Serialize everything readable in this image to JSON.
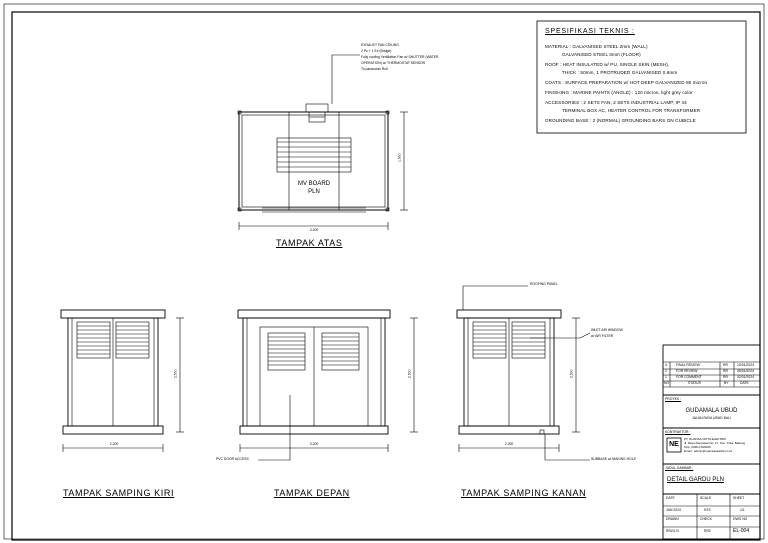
{
  "spec": {
    "title": "SPESIFIKASI TEKNIS :",
    "lines": [
      "MATERIAL : GALVANISED STEEL 2mm (WALL)",
      "GALVANISED STEEL 3mm (FLOOR)",
      "ROOF : HEAT INSULATED w/ PU, SINGLE SKIN (MESH),",
      "THICK : 50mm, 1 PROTRUDED GALVANISED 0.6mm",
      "COATS : SURFACE PREPARATION w/ HOT DEEP GALVANIZED 80 micron",
      "FINISHING : MARINE PAINTS (ANGLE) : 120 micron, light grey color",
      "ACCESSORIES : 2 SETS FAN, 2 SETS INDUSTRIAL LAMP, IP 44",
      "TERMINAL BOX AC, HEATER CONTROL FOR TRANSFORMER",
      "GROUNDING BASE : 2 (NORMAL) GROUNDING BARS ON CUBICLE"
    ]
  },
  "top_view": {
    "title": "TAMPAK ATAS",
    "board_label_1": "MV BOARD",
    "board_label_2": "PLN",
    "width_dim": "3.200",
    "depth_dim": "1.900",
    "fan_note_1": "EXHAUST FAN CEILING",
    "fan_note_2": "2 Pc + 1 Ex (Bridge)",
    "fan_note_3": "Fully cooling Ventilation Fan w/ SHUTTER (WATER",
    "fan_note_4": "OPERATION) w/ THERMOSTAT SENSOR",
    "fan_note_5": "To panasonic Roll"
  },
  "left_view": {
    "title": "TAMPAK SAMPING KIRI",
    "width_dim": "2.200",
    "height_dim": "2.500"
  },
  "front_view": {
    "title": "TAMPAK DEPAN",
    "width_dim": "3.200",
    "height_dim": "2.500",
    "door_note": "PVC DOOR ACCESS"
  },
  "right_view": {
    "title": "TAMPAK SAMPING KANAN",
    "width_dim": "2.200",
    "height_dim": "2.500",
    "roof_note": "ROOFING PANEL",
    "inlet_note_1": "INLET AIR WINDOW",
    "inlet_note_2": "w/ AIR FILTER",
    "base_note": "SUBBASE w/ MAKING HOLE"
  },
  "title_block": {
    "rev_rows": [
      [
        "3",
        "FINAL REVIEW",
        "RR",
        "10/01/2024"
      ],
      [
        "2",
        "FOR REVIEW",
        "RR",
        "05/01/2024"
      ],
      [
        "1",
        "FOR COMMENT",
        "RR",
        "02/01/2024"
      ],
      [
        "NO",
        "STATUS",
        "BY",
        "DATE"
      ]
    ],
    "project_label": "PROYEK :",
    "project_name": "GUDAMALA UBUD",
    "project_sub": "JALAN RAYA UBUD BALI",
    "company_label": "KONTRAKTOR :",
    "company_logo": "NE",
    "company_line_1": "PT. NUANSA CIPTA ELEKTRIK",
    "company_line_2": "Jl. Raya Denpasar No. 17, Kec. Kuta, Badung",
    "company_line_3": "Telp. (0361) 000000",
    "company_line_4": "Email : admin@nuansaelektrik.co.id",
    "drawing_label": "JUDUL GAMBAR :",
    "drawing_title": "DETAIL GARDU PLN",
    "cells": [
      [
        "DATE",
        "SCALE",
        "SHEET"
      ],
      [
        "JAN 2024",
        "NTS",
        "1/1"
      ],
      [
        "DRAWN",
        "CHECK",
        "DWG NO"
      ],
      [
        "RRZ/1/3",
        "RRZ",
        "EL-004"
      ]
    ]
  }
}
